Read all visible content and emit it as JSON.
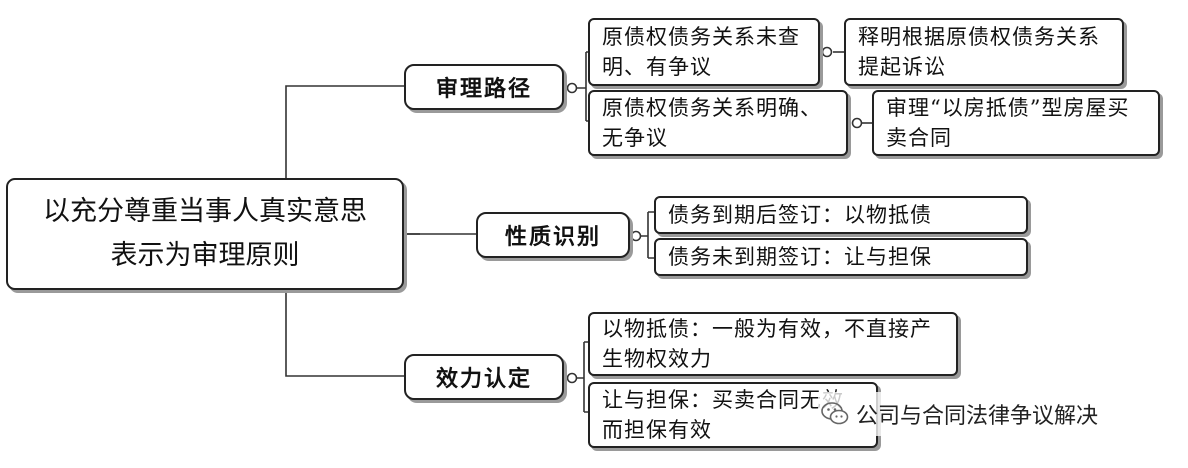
{
  "root": {
    "text": "以充分尊重当事人真实意思表示为审理原则"
  },
  "branches": [
    {
      "label": "审理路径",
      "items": [
        {
          "text": "原债权债务关系未查明、有争议",
          "child": "释明根据原债权债务关系提起诉讼"
        },
        {
          "text": "原债权债务关系明确、无争议",
          "child": "审理“以房抵债”型房屋买卖合同"
        }
      ]
    },
    {
      "label": "性质识别",
      "items": [
        {
          "text": "债务到期后签订：以物抵债"
        },
        {
          "text": "债务未到期签订：让与担保"
        }
      ]
    },
    {
      "label": "效力认定",
      "items": [
        {
          "text": "以物抵债：一般为有效，不直接产生物权效力"
        },
        {
          "text": "让与担保：买卖合同无效而担保有效"
        }
      ]
    }
  ],
  "watermark": {
    "text": "公司与合同法律争议解决",
    "icon": "wechat-icon"
  },
  "colors": {
    "border": "#222222",
    "shadow": "#9a9a9a",
    "line": "#333333"
  }
}
